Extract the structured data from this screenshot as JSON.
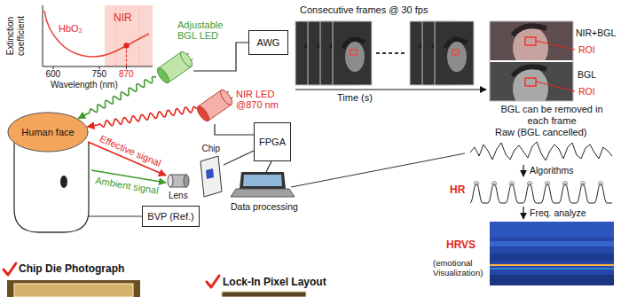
{
  "diagram": {
    "nodes": [
      {
        "text": [
          "Human face"
        ]
      },
      {
        "text": [
          "Adjustable BGL LED"
        ]
      },
      {
        "text": [
          "AWG"
        ]
      },
      {
        "text": [
          "NIR LED @870 nm"
        ]
      },
      {
        "text": [
          "FPGA"
        ]
      },
      {
        "text": [
          "BVP (Ref.)"
        ]
      }
    ],
    "edges": [
      {
        "from": 1,
        "to": 0,
        "arrow": "to"
      },
      {
        "from": 3,
        "to": 0,
        "arrow": "to"
      },
      {
        "from": 1,
        "to": 2,
        "arrow": "none"
      },
      {
        "from": 3,
        "to": 4,
        "arrow": "none"
      }
    ],
    "labels": [
      "Extinction coefficient",
      "HbO₂",
      "NIR",
      "600",
      "750",
      "870",
      "Wavelength (nm)",
      "Effective signal",
      "Ambient signal",
      "Lens",
      "Chip",
      "Data processing",
      "Consecutive frames @ 30 fps",
      "NIR+BGL",
      "ROI",
      "BGL",
      "ROI",
      "Time (s)",
      "BGL can be removed in each frame",
      "Raw (BGL cancelled)",
      "Algorithms",
      "HR",
      "Freq. analyze",
      "HRVS",
      "(emotional Visualization)",
      "Chip Die Photograph",
      "Lock-In Pixel Layout"
    ]
  }
}
